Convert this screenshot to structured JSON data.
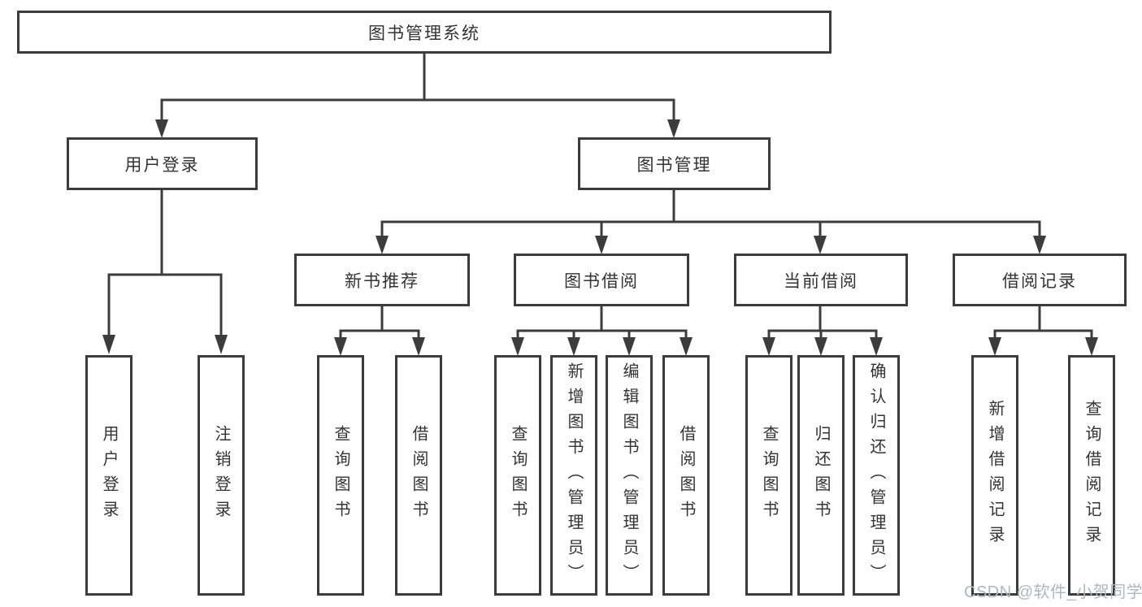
{
  "tree": {
    "label": "图书管理系统",
    "children": [
      {
        "label": "用户登录",
        "children": [
          {
            "label": "用户登录"
          },
          {
            "label": "注销登录"
          }
        ]
      },
      {
        "label": "图书管理",
        "children": [
          {
            "label": "新书推荐",
            "children": [
              {
                "label": "查询图书"
              },
              {
                "label": "借阅图书"
              }
            ]
          },
          {
            "label": "图书借阅",
            "children": [
              {
                "label": "查询图书"
              },
              {
                "label": "新增图书（管理员）"
              },
              {
                "label": "编辑图书（管理员）"
              },
              {
                "label": "借阅图书"
              }
            ]
          },
          {
            "label": "当前借阅",
            "children": [
              {
                "label": "查询图书"
              },
              {
                "label": "归还图书"
              },
              {
                "label": "确认归还（管理员）"
              }
            ]
          },
          {
            "label": "借阅记录",
            "children": [
              {
                "label": "新增借阅记录"
              },
              {
                "label": "查询借阅记录"
              }
            ]
          }
        ]
      }
    ]
  },
  "watermark": {
    "text": "CSDN @软件_小贺同学"
  },
  "colors": {
    "line": "#3c3c3c",
    "text": "#333333",
    "background": "#ffffff",
    "watermark": "#b2b5be"
  }
}
